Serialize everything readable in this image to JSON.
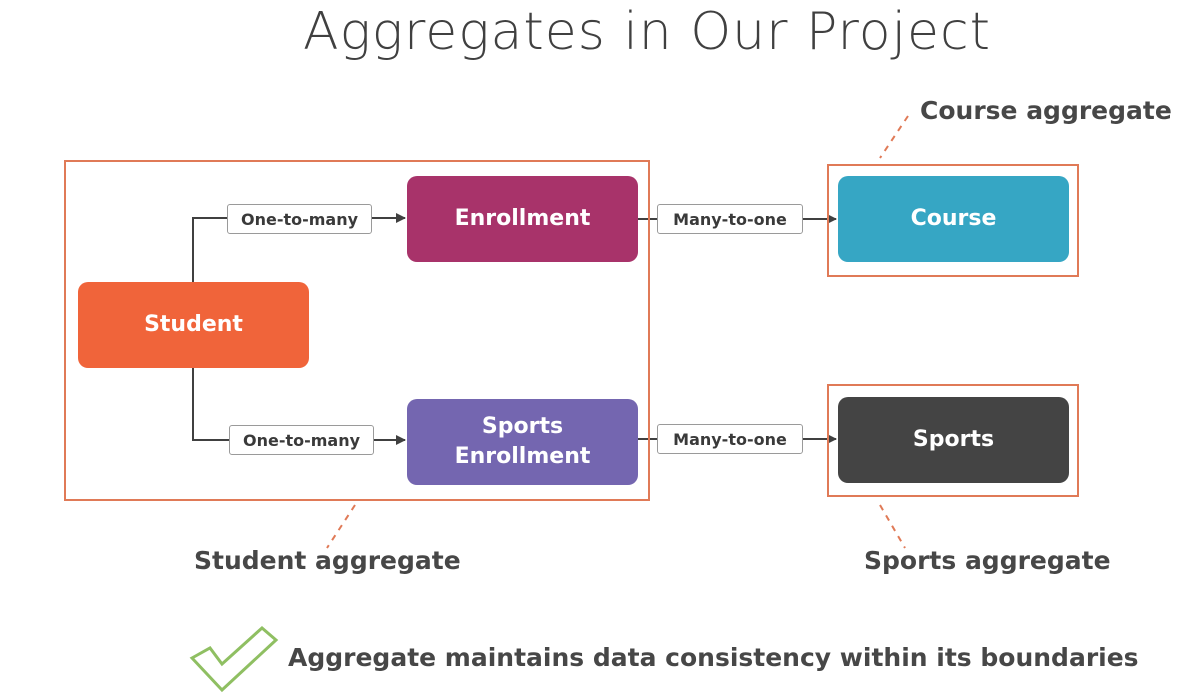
{
  "title": "Aggregates in Our Project",
  "entities": {
    "student": "Student",
    "enrollment": "Enrollment",
    "sports_enrollment": [
      "Sports",
      "Enrollment"
    ],
    "course": "Course",
    "sports": "Sports"
  },
  "relationships": {
    "student_enrollment": "One-to-many",
    "student_sports_enrollment": "One-to-many",
    "enrollment_course": "Many-to-one",
    "sports_enrollment_sports": "Many-to-one"
  },
  "aggregates": {
    "student": "Student aggregate",
    "course": "Course aggregate",
    "sports": "Sports aggregate"
  },
  "note": "Aggregate maintains data consistency within its boundaries",
  "colors": {
    "student": "#f0643a",
    "enrollment": "#a8336a",
    "sports_enrollment": "#7466b0",
    "course": "#36a6c4",
    "sports": "#444444",
    "aggregate_border": "#e07a57",
    "checkmark": "#8fbf62"
  }
}
